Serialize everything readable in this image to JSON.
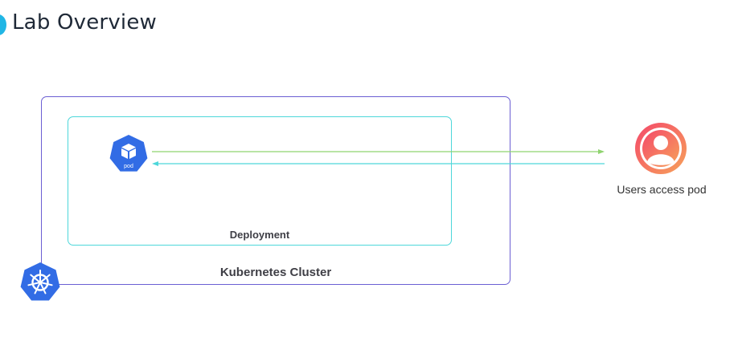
{
  "header": {
    "title": "Lab Overview"
  },
  "diagram": {
    "cluster_label": "Kubernetes Cluster",
    "deployment_label": "Deployment",
    "pod_label": "pod",
    "user_label": "Users access pod"
  },
  "colors": {
    "title_dot": "#21b6e5",
    "cluster_border": "#6b5fd3",
    "deployment_border": "#4dd7da",
    "kube_blue": "#326ce5",
    "arrow_green": "#8fd36f",
    "arrow_teal": "#4dd7da",
    "user_gradient_start": "#f4486a",
    "user_gradient_end": "#f7a25a"
  },
  "icons": {
    "pod": "pod-icon",
    "kubernetes": "kubernetes-icon",
    "user": "user-icon"
  }
}
